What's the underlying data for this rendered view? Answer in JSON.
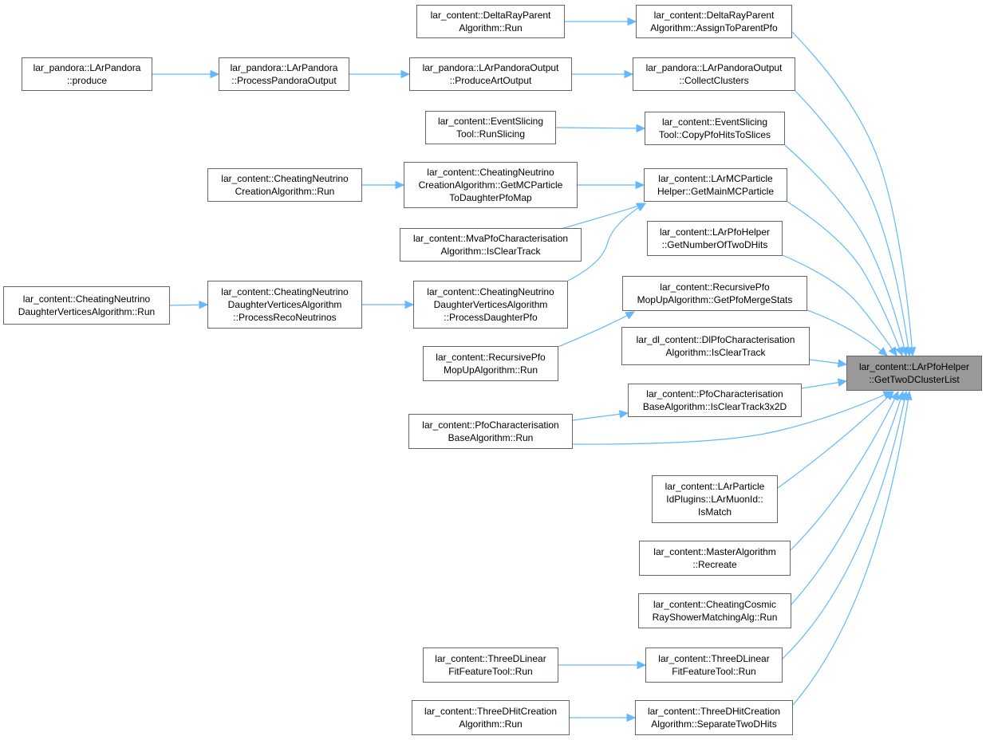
{
  "root": {
    "id": "root",
    "lines": [
      "lar_content::LArPfoHelper",
      "::GetTwoDClusterList"
    ]
  },
  "nodes": [
    {
      "id": "deltaRun",
      "lines": [
        "lar_content::DeltaRayParent",
        "Algorithm::Run"
      ]
    },
    {
      "id": "deltaAssign",
      "lines": [
        "lar_content::DeltaRayParent",
        "Algorithm::AssignToParentPfo"
      ]
    },
    {
      "id": "pandoraProduce",
      "lines": [
        "lar_pandora::LArPandora",
        "::produce"
      ]
    },
    {
      "id": "pandoraProcess",
      "lines": [
        "lar_pandora::LArPandora",
        "::ProcessPandoraOutput"
      ]
    },
    {
      "id": "pandoraArt",
      "lines": [
        "lar_pandora::LArPandoraOutput",
        "::ProduceArtOutput"
      ]
    },
    {
      "id": "pandoraCollect",
      "lines": [
        "lar_pandora::LArPandoraOutput",
        "::CollectClusters"
      ]
    },
    {
      "id": "sliceRun",
      "lines": [
        "lar_content::EventSlicing",
        "Tool::RunSlicing"
      ]
    },
    {
      "id": "sliceCopy",
      "lines": [
        "lar_content::EventSlicing",
        "Tool::CopyPfoHitsToSlices"
      ]
    },
    {
      "id": "cncRun",
      "lines": [
        "lar_content::CheatingNeutrino",
        "CreationAlgorithm::Run"
      ]
    },
    {
      "id": "cncGet",
      "lines": [
        "lar_content::CheatingNeutrino",
        "CreationAlgorithm::GetMCParticle",
        "ToDaughterPfoMap"
      ]
    },
    {
      "id": "mcMain",
      "lines": [
        "lar_content::LArMCParticle",
        "Helper::GetMainMCParticle"
      ]
    },
    {
      "id": "mvaClear",
      "lines": [
        "lar_content::MvaPfoCharacterisation",
        "Algorithm::IsClearTrack"
      ]
    },
    {
      "id": "pfoNum",
      "lines": [
        "lar_content::LArPfoHelper",
        "::GetNumberOfTwoDHits"
      ]
    },
    {
      "id": "cndvRun",
      "lines": [
        "lar_content::CheatingNeutrino",
        "DaughterVerticesAlgorithm::Run"
      ]
    },
    {
      "id": "cndvReco",
      "lines": [
        "lar_content::CheatingNeutrino",
        "DaughterVerticesAlgorithm",
        "::ProcessRecoNeutrinos"
      ]
    },
    {
      "id": "cndvDaughter",
      "lines": [
        "lar_content::CheatingNeutrino",
        "DaughterVerticesAlgorithm",
        "::ProcessDaughterPfo"
      ]
    },
    {
      "id": "rmuStats",
      "lines": [
        "lar_content::RecursivePfo",
        "MopUpAlgorithm::GetPfoMergeStats"
      ]
    },
    {
      "id": "rmuRun",
      "lines": [
        "lar_content::RecursivePfo",
        "MopUpAlgorithm::Run"
      ]
    },
    {
      "id": "dlClear",
      "lines": [
        "lar_dl_content::DlPfoCharacterisation",
        "Algorithm::IsClearTrack"
      ]
    },
    {
      "id": "pcbClear",
      "lines": [
        "lar_content::PfoCharacterisation",
        "BaseAlgorithm::IsClearTrack3x2D"
      ]
    },
    {
      "id": "pcbRun",
      "lines": [
        "lar_content::PfoCharacterisation",
        "BaseAlgorithm::Run"
      ]
    },
    {
      "id": "muonMatch",
      "lines": [
        "lar_content::LArParticle",
        "IdPlugins::LArMuonId::",
        "IsMatch"
      ]
    },
    {
      "id": "masterRecreate",
      "lines": [
        "lar_content::MasterAlgorithm",
        "::Recreate"
      ]
    },
    {
      "id": "cosmicRun",
      "lines": [
        "lar_content::CheatingCosmic",
        "RayShowerMatchingAlg::Run"
      ]
    },
    {
      "id": "linFitRunA",
      "lines": [
        "lar_content::ThreeDLinear",
        "FitFeatureTool::Run"
      ]
    },
    {
      "id": "linFitRunB",
      "lines": [
        "lar_content::ThreeDLinear",
        "FitFeatureTool::Run"
      ]
    },
    {
      "id": "hitRun",
      "lines": [
        "lar_content::ThreeDHitCreation",
        "Algorithm::Run"
      ]
    },
    {
      "id": "hitSep",
      "lines": [
        "lar_content::ThreeDHitCreation",
        "Algorithm::SeparateTwoDHits"
      ]
    }
  ],
  "edges": [
    {
      "from": "deltaRun",
      "to": "deltaAssign"
    },
    {
      "from": "pandoraProduce",
      "to": "pandoraProcess"
    },
    {
      "from": "pandoraProcess",
      "to": "pandoraArt"
    },
    {
      "from": "pandoraArt",
      "to": "pandoraCollect"
    },
    {
      "from": "sliceRun",
      "to": "sliceCopy"
    },
    {
      "from": "cncRun",
      "to": "cncGet"
    },
    {
      "from": "cncGet",
      "to": "mcMain"
    },
    {
      "from": "mvaClear",
      "to": "mcMain"
    },
    {
      "from": "cndvDaughter",
      "to": "mcMain"
    },
    {
      "from": "cndvRun",
      "to": "cndvReco"
    },
    {
      "from": "cndvReco",
      "to": "cndvDaughter"
    },
    {
      "from": "rmuRun",
      "to": "rmuStats"
    },
    {
      "from": "pcbRun",
      "to": "pcbClear"
    },
    {
      "from": "linFitRunA",
      "to": "linFitRunB"
    },
    {
      "from": "hitRun",
      "to": "hitSep"
    },
    {
      "from": "deltaAssign",
      "to": "root"
    },
    {
      "from": "pandoraCollect",
      "to": "root"
    },
    {
      "from": "sliceCopy",
      "to": "root"
    },
    {
      "from": "mcMain",
      "to": "root"
    },
    {
      "from": "pfoNum",
      "to": "root"
    },
    {
      "from": "rmuStats",
      "to": "root"
    },
    {
      "from": "dlClear",
      "to": "root"
    },
    {
      "from": "pcbClear",
      "to": "root"
    },
    {
      "from": "pcbRun",
      "to": "root"
    },
    {
      "from": "muonMatch",
      "to": "root"
    },
    {
      "from": "masterRecreate",
      "to": "root"
    },
    {
      "from": "cosmicRun",
      "to": "root"
    },
    {
      "from": "linFitRunB",
      "to": "root"
    },
    {
      "from": "hitSep",
      "to": "root"
    }
  ],
  "colors": {
    "edge": "#63b8ff",
    "node_border": "#666666",
    "root_fill": "#999999"
  }
}
